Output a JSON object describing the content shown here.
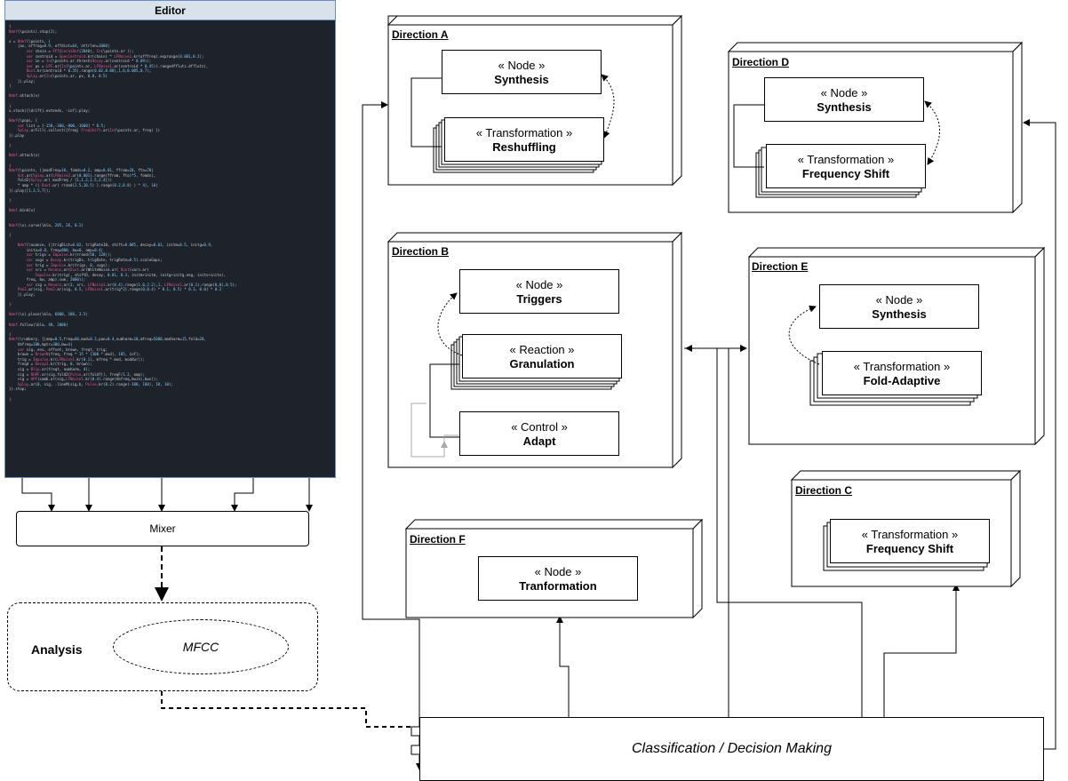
{
  "editor": {
    "title": "Editor",
    "code_lines": [
      "(",
      "Ndef(\\points).stop(2);",
      "",
      "x = Ndef(\\points, {",
      "    |ax, offrag=0.9, offdist=64, attrlen=1000|",
      "        var chain = FFT(LocalBuf(2048), In(\\points.ar ));",
      "        var centroid = SpecCentroid.kr(chain) * LFNoise1.kr(offfreq).exprange(0.001,0.2);",
      "        var in = In(\\points.ar.thresh(Decay.ar(centroid * 0.09));",
      "        var pv = LPF.ar(In(\\points.ar, LFNoise1.ar(centroid * 0.45)).rangedfflutz.dfflutz),",
      "        Dust.kr(centroid * 0.35).range(0.02,0.80),1,0,0.005,0.7);",
      "        Splay.ar(In(\\points.ar, pv, 0.8, 0.5)",
      "    }).play;",
      ")",
      "",
      "Ndef.attach(x)",
      "",
      ")",
      "x.stack({\\drift}.extends, -inf).play;",
      "",
      "Ndef(\\pops, {",
      "    var list = [-150,-300,-800,-1600] * 0.5;",
      "    Splay.arFill(.collect({freq| FreqShift.ar(In(\\points.ar, freq) })",
      "}).play",
      "",
      ")",
      "",
      "Ndef.attach(x)",
      "",
      "(",
      "Ndef(\\points, {|modFreq=10, fomds=0.2, amp=0.01, ffrom=20, fto=70|",
      "    Out.ar(Splay.ar(LFNoise2.ar(0.001).range(ffrom, fto)*5, fomds),",
      "    fold2(Splay.ar( modFreq / [1,1.2,1.5,2.4]))",
      "    * amp * (( Dust.ar( rrand(2.5,10.5) ).range(0.2,0.8) ) * 4), 10)",
      "}).play([1,3,5,7]);",
      "",
      ")",
      "",
      "Ndef.bind(x)",
      "",
      "",
      "Ndef(\\x).curve(\\bla, 285, 26, 0.2)",
      "",
      "(",
      "",
      "    Ndef(\\nuance, {|trigDist=0.02, trigRate10, shift=0.005, decay=0.01, initm=0.5, initg=0.9,",
      "        initx=0.8, freq=800, bw=0, amp=0.4|",
      "        var trigs = Impulse.kr(rrand(50, 120));",
      "        var sugs = Decay.kr(trigDs, trigRate, trigRate=0.5).scaleGaps;",
      "        var trig = Impulse.kr(trigs, 0, sugs);",
      "        var src = Resonz.ar(Dust.ar(WhiteNoise.ar( Dust(vars.ar(",
      "            Impulse.kr(trig), shiftD, decay, 0.01, 0.3, initm+initm, initg+initg.neg, initx+initx),",
      "        freq, bw, amp).sum, 2000));",
      "        var sig = Resonz.ar(3, src, LFNoise1.ar(0.4).range(1.0,2.2),1, LFNoise1.ar(0.1).range(0,0),0.5);",
      "    Pan2.ar(sig, Pan2.ar(sig, 0.5, LFNoise1.ar(trig*2).range(0,0.4) * 0.1, 0.5) * 0.3, 0.0) * 0.2",
      "    }).play;",
      "",
      ")",
      "",
      "Ndef(\\x).place(\\bla, 6800, 180, 3.5)",
      "",
      "Ndef.follow(\\bla, 40, 2000)",
      "",
      "(",
      "Ndef(\\rubbery, {|amp=0.5,freq=60,mod=0.3,pan=0.4,numharm=10,mfreq=5000,modharm=15,fold=20,",
      "    hbfreq=100,mptr=300,bw=4|",
      "    var sig, env, offset, brown, freqt, trig;",
      "    brown = BrownN(freq, freq * 15 * [300 * mod], 185, inf);",
      "    trig = Impulse.kr(LFNoise1.kr(0.1), mfreq * mod, moddur));",
      "    freqd = Decay2.kr(trig, 0, brown);",
      "    sig = Blip.ar(freqt, numharm, 4);",
      "    sig = RHPF.ar(sig.fold2(Pulse.ar(foldf)), freqF/1.2, amp);",
      "    sig = HPF(comb.ar(sig,LFNoise1.kr(0.4).range(hbfreq,bwin),bws));",
      "    Splay.ar(0, sig, .lineM(sig,b, Pulse.kr(0.2).range(-180, 180), 10, 10);",
      "}).stop;",
      "",
      ")"
    ]
  },
  "mixer": {
    "label": "Mixer"
  },
  "analysis": {
    "label": "Analysis",
    "method": "MFCC"
  },
  "decision": {
    "label": "Classification / Decision Making"
  },
  "directions": {
    "a": {
      "title": "Direction A",
      "node": {
        "stereotype": "« Node »",
        "name": "Synthesis"
      },
      "transformation": {
        "stereotype": "« Transformation »",
        "name": "Reshuffling"
      }
    },
    "b": {
      "title": "Direction B",
      "node": {
        "stereotype": "« Node »",
        "name": "Triggers"
      },
      "reaction": {
        "stereotype": "« Reaction »",
        "name": "Granulation"
      },
      "control": {
        "stereotype": "« Control »",
        "name": "Adapt"
      }
    },
    "c": {
      "title": "Direction C",
      "transformation": {
        "stereotype": "« Transformation »",
        "name": "Frequency Shift"
      }
    },
    "d": {
      "title": "Direction D",
      "node": {
        "stereotype": "« Node »",
        "name": "Synthesis"
      },
      "transformation": {
        "stereotype": "« Transformation »",
        "name": "Frequency Shift"
      }
    },
    "e": {
      "title": "Direction E",
      "node": {
        "stereotype": "« Node »",
        "name": "Synthesis"
      },
      "transformation": {
        "stereotype": "« Transformation »",
        "name": "Fold-Adaptive"
      }
    },
    "f": {
      "title": "Direction F",
      "node": {
        "stereotype": "« Node »",
        "name": "Tranformation"
      }
    }
  }
}
